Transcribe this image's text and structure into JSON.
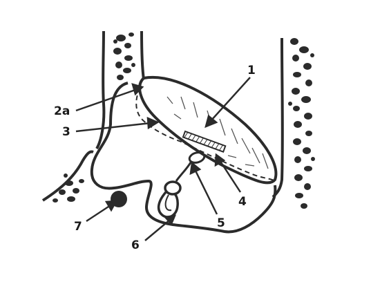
{
  "figure": {
    "labels": [
      {
        "id": "1",
        "text": "1"
      },
      {
        "id": "2a",
        "text": "2a"
      },
      {
        "id": "3",
        "text": "3"
      },
      {
        "id": "4",
        "text": "4"
      },
      {
        "id": "5",
        "text": "5"
      },
      {
        "id": "6",
        "text": "6"
      },
      {
        "id": "7",
        "text": "7"
      }
    ],
    "colors": {
      "ink": "#2b2b2b",
      "background": "#ffffff"
    }
  }
}
